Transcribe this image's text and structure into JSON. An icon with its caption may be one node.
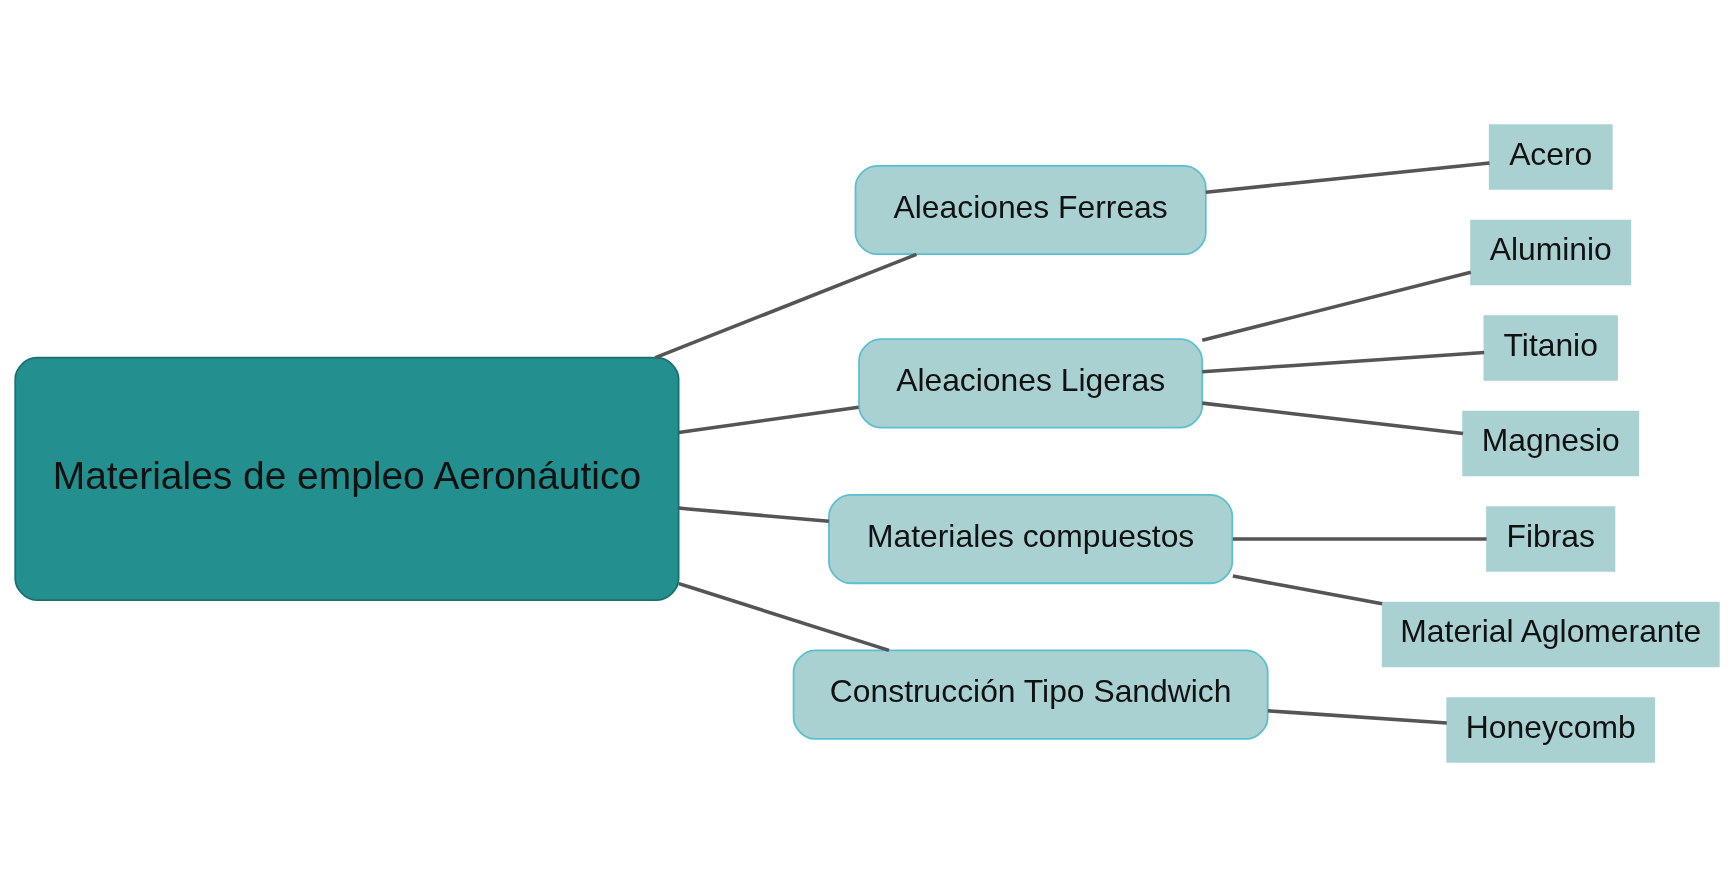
{
  "diagram": {
    "nodes": [
      {
        "text": [
          "Materiales de empleo Aeronáutico"
        ]
      },
      {
        "text": [
          "Aleaciones Ferreas"
        ]
      },
      {
        "text": [
          "Acero"
        ]
      },
      {
        "text": [
          "Aleaciones Ligeras"
        ]
      },
      {
        "text": [
          "Aluminio"
        ]
      },
      {
        "text": [
          "Titanio"
        ]
      },
      {
        "text": [
          "Magnesio"
        ]
      },
      {
        "text": [
          "Materiales compuestos"
        ]
      },
      {
        "text": [
          "Fibras"
        ]
      },
      {
        "text": [
          "Material Aglomerante"
        ]
      },
      {
        "text": [
          "Construcción Tipo Sandwich"
        ]
      },
      {
        "text": [
          "Honeycomb"
        ]
      }
    ],
    "edges": [
      {
        "from": 0,
        "to": 1,
        "arrow": "none"
      },
      {
        "from": 1,
        "to": 2,
        "arrow": "none"
      },
      {
        "from": 0,
        "to": 3,
        "arrow": "none"
      },
      {
        "from": 3,
        "to": 4,
        "arrow": "none"
      },
      {
        "from": 3,
        "to": 5,
        "arrow": "none"
      },
      {
        "from": 3,
        "to": 6,
        "arrow": "none"
      },
      {
        "from": 0,
        "to": 7,
        "arrow": "none"
      },
      {
        "from": 7,
        "to": 8,
        "arrow": "none"
      },
      {
        "from": 7,
        "to": 9,
        "arrow": "none"
      },
      {
        "from": 0,
        "to": 10,
        "arrow": "none"
      },
      {
        "from": 10,
        "to": 11,
        "arrow": "none"
      }
    ]
  }
}
